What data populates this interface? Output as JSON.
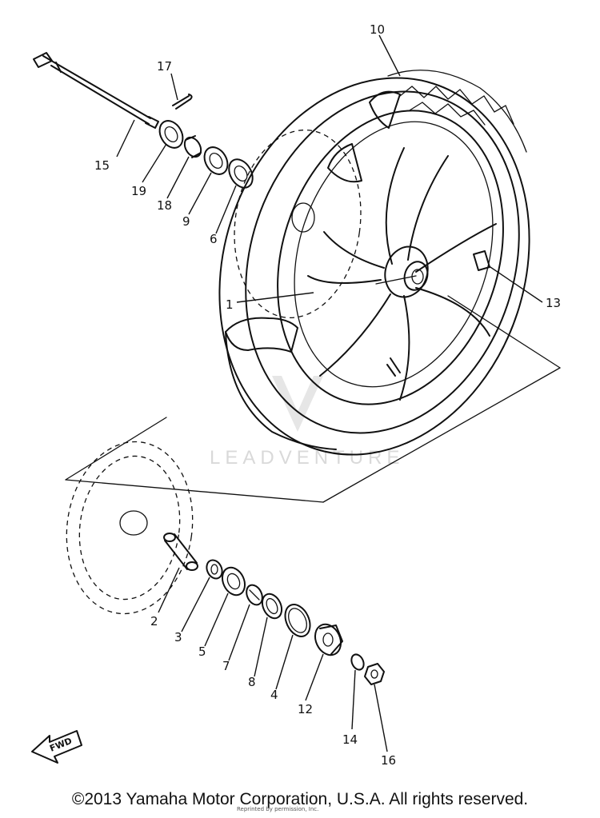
{
  "watermark": {
    "text": "LEADVENTURE"
  },
  "fwd_label": "FWD",
  "callouts": [
    {
      "id": "c1",
      "label": "1"
    },
    {
      "id": "c2",
      "label": "2"
    },
    {
      "id": "c3",
      "label": "3"
    },
    {
      "id": "c4",
      "label": "4"
    },
    {
      "id": "c5",
      "label": "5"
    },
    {
      "id": "c6",
      "label": "6"
    },
    {
      "id": "c7",
      "label": "7"
    },
    {
      "id": "c8",
      "label": "8"
    },
    {
      "id": "c9",
      "label": "9"
    },
    {
      "id": "c10",
      "label": "10"
    },
    {
      "id": "c12",
      "label": "12"
    },
    {
      "id": "c13",
      "label": "13"
    },
    {
      "id": "c14",
      "label": "14"
    },
    {
      "id": "c15",
      "label": "15"
    },
    {
      "id": "c16",
      "label": "16"
    },
    {
      "id": "c17",
      "label": "17"
    },
    {
      "id": "c18",
      "label": "18"
    },
    {
      "id": "c19",
      "label": "19"
    }
  ],
  "footer": {
    "copyright": "©2013 Yamaha Motor Corporation, U.S.A. All rights reserved.",
    "reprint_note": "Reprinted by permission, Inc."
  }
}
